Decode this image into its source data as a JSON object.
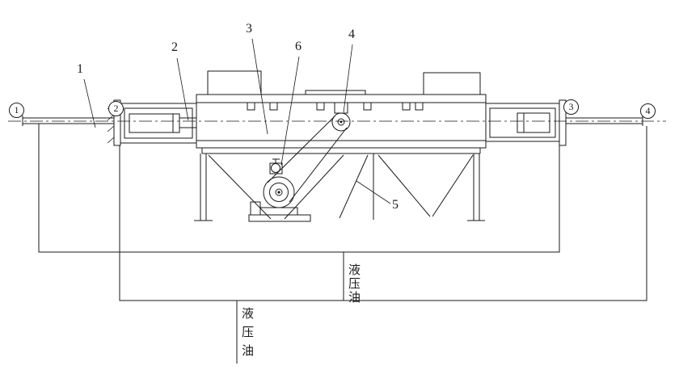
{
  "drawing": {
    "callouts": [
      {
        "label": "1"
      },
      {
        "label": "2"
      },
      {
        "label": "3"
      },
      {
        "label": "4"
      },
      {
        "label": "5"
      },
      {
        "label": "6"
      }
    ],
    "ports": [
      {
        "label": "1"
      },
      {
        "label": "2"
      },
      {
        "label": "3"
      },
      {
        "label": "4"
      }
    ],
    "annotations": {
      "hydraulic_oil_upper": "液压油",
      "hydraulic_oil_lower": "液压油"
    },
    "colors": {
      "line": "#1a1a1a",
      "background": "#ffffff"
    }
  }
}
